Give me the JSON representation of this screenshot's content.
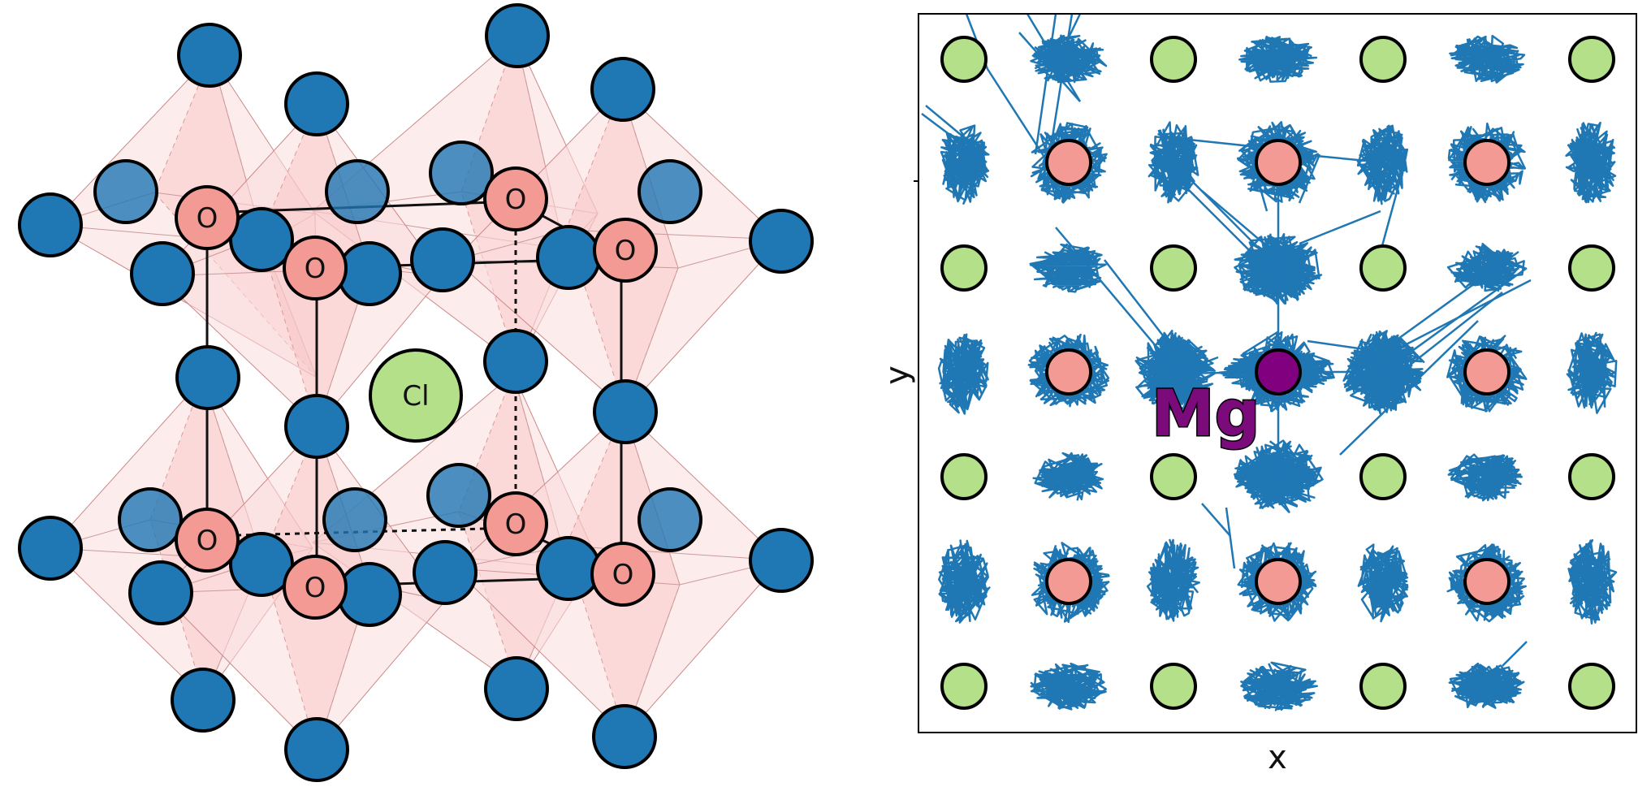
{
  "crystal": {
    "oxygen_label": "O",
    "chlorine_label": "Cl",
    "colors": {
      "cation": "#1f77b4",
      "oxygen": "#f49a94",
      "chlorine": "#b4e08a",
      "octahedron": "#fcdcdc",
      "outline": "#000000"
    }
  },
  "trajectory": {
    "xlabel": "x",
    "ylabel": "y",
    "diffusing_ion_label": "Mg",
    "colors": {
      "trajectory": "#1f77b4",
      "chlorine_site": "#b4e08a",
      "oxygen_site": "#f49a94",
      "mg_ion": "#800080"
    }
  }
}
